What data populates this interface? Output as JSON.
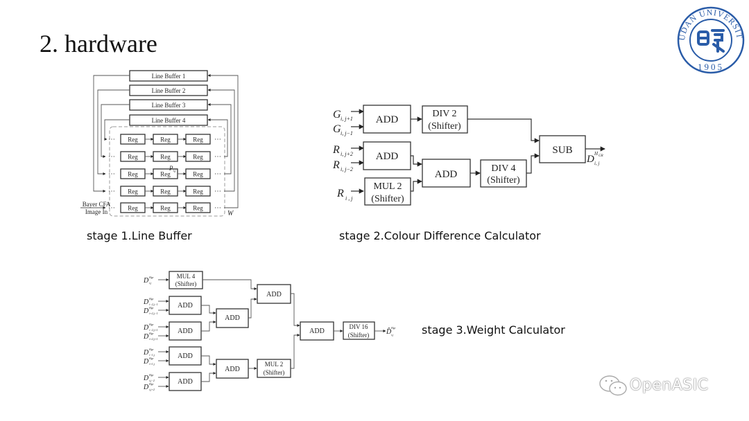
{
  "slide": {
    "title": "2. hardware",
    "captions": {
      "stage1": "stage 1.Line Buffer",
      "stage2": "stage 2.Colour Difference Calculator",
      "stage3": "stage 3.Weight Calculator"
    }
  },
  "stage1": {
    "line_buffers": [
      "Line Buffer 1",
      "Line Buffer 2",
      "Line Buffer 3",
      "Line Buffer 4"
    ],
    "reg_label": "Reg",
    "rows": 5,
    "cols": 3,
    "input_label_line1": "Bayer CFA",
    "input_label_line2": "Image In",
    "pixel_label": "P",
    "pixel_sub": "i,j",
    "width_label": "W",
    "ellipsis": "⋯"
  },
  "stage2": {
    "blocks": {
      "add_g": "ADD",
      "div2": "DIV 2",
      "div2_sub": "(Shifter)",
      "add_r": "ADD",
      "mul2": "MUL 2",
      "mul2_sub": "(Shifter)",
      "add_mid": "ADD",
      "div4": "DIV 4",
      "div4_sub": "(Shifter)",
      "sub": "SUB"
    },
    "inputs": [
      {
        "sym": "G",
        "sub": "i, j+1"
      },
      {
        "sym": "G",
        "sub": "i, j−1"
      },
      {
        "sym": "R",
        "sub": "i, j+2"
      },
      {
        "sym": "R",
        "sub": "i, j−2"
      },
      {
        "sym": "R",
        "sub": "i , j"
      }
    ],
    "output": {
      "sym": "D",
      "sup": "H",
      "sup2": "GR",
      "sub": "i, j"
    }
  },
  "stage3": {
    "blocks": {
      "mul4": "MUL 4",
      "mul4_sub": "(Shifter)",
      "add1": "ADD",
      "add2": "ADD",
      "add3": "ADD",
      "add4": "ADD",
      "add5": "ADD",
      "add6": "ADD",
      "add7": "ADD",
      "add_final": "ADD",
      "mul2": "MUL 2",
      "mul2_sub": "(Shifter)",
      "div16": "DIV 16",
      "div16_sub": "(Shifter)"
    },
    "inputs": [
      {
        "sym": "D",
        "sup": "Hgr",
        "sub": "i,j"
      },
      {
        "sym": "D",
        "sup": "Hgr",
        "sub": "i−2,j−1"
      },
      {
        "sym": "D",
        "sup": "Hgr",
        "sub": "i+2,j−1"
      },
      {
        "sym": "D",
        "sup": "Hgr",
        "sub": "i−2,j+1"
      },
      {
        "sym": "D",
        "sup": "Hgr",
        "sub": "i+2,j+1"
      },
      {
        "sym": "D",
        "sup": "Hgr",
        "sub": "i−1,j"
      },
      {
        "sym": "D",
        "sup": "Hgr",
        "sub": "i+1,j"
      },
      {
        "sym": "D",
        "sup": "Hgr",
        "sub": "i,j−2"
      },
      {
        "sym": "D",
        "sup": "Hgr",
        "sub": "i,j+2"
      }
    ],
    "output": {
      "sym": "D̂",
      "sup": "Hgr",
      "sub": "i,j"
    }
  },
  "logo": {
    "text_arc": "FUDAN UNIVERSITY",
    "year": "1905",
    "color": "#2a5ca8"
  },
  "watermark": {
    "text": "OpenASIC"
  }
}
